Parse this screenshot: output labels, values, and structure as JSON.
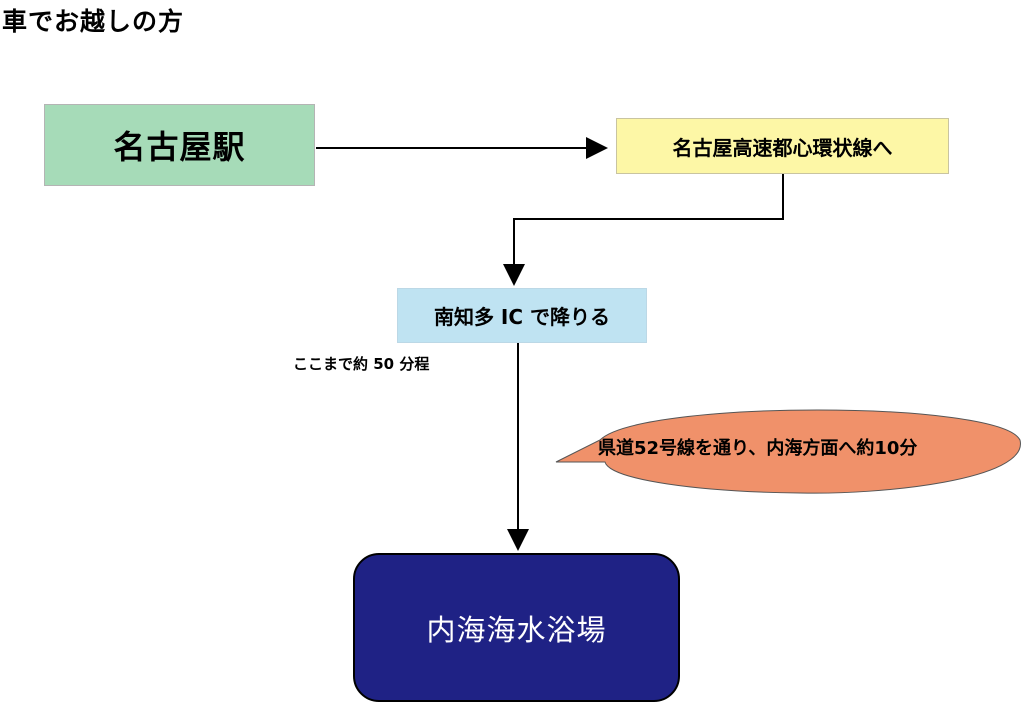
{
  "title": "車でお越しの方",
  "nodes": {
    "start": "名古屋駅",
    "expressway": "名古屋高速都心環状線へ",
    "exit": "南知多 IC で降りる",
    "destination": "内海海水浴場"
  },
  "notes": {
    "travel_time": "ここまで約 50 分程",
    "route_hint": "県道52号線を通り、内海方面へ約10分"
  },
  "colors": {
    "start_fill": "#a6dbb8",
    "expressway_fill": "#fdf7a6",
    "exit_fill": "#bfe3f2",
    "destination_fill": "#1f2285",
    "bubble_fill": "#f0916a"
  }
}
